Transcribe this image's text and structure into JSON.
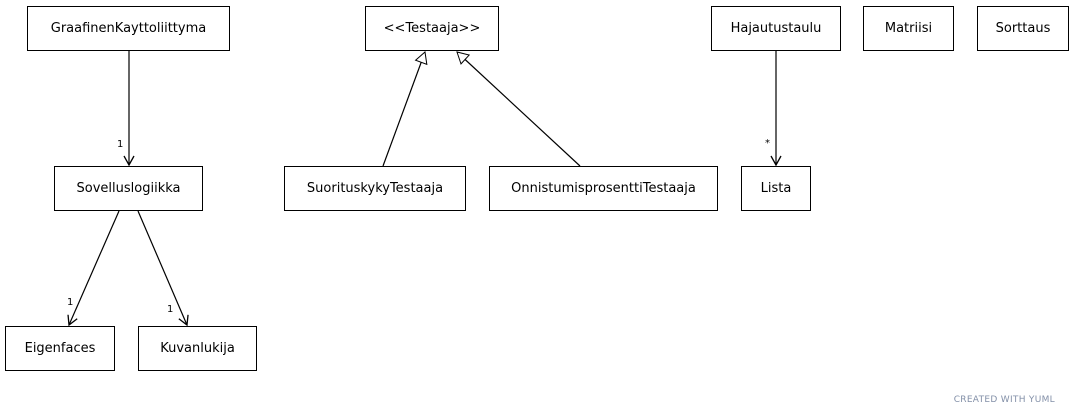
{
  "classes": {
    "graafinen": "GraafinenKayttoliittyma",
    "testaaja": "<<Testaaja>>",
    "hajautustaulu": "Hajautustaulu",
    "matriisi": "Matriisi",
    "sorttaus": "Sorttaus",
    "sovelluslogiikka": "Sovelluslogiikka",
    "suorituskyky": "SuorituskykyTestaaja",
    "onnistumis": "OnnistumisprosenttiTestaaja",
    "lista": "Lista",
    "eigenfaces": "Eigenfaces",
    "kuvanlukija": "Kuvanlukija"
  },
  "multiplicities": {
    "graafinen_to_sovellus": "1",
    "hajautus_to_lista": "*",
    "sovellus_to_eigenfaces": "1",
    "sovellus_to_kuvanlukija": "1"
  },
  "watermark": "CREATED WITH YUML"
}
